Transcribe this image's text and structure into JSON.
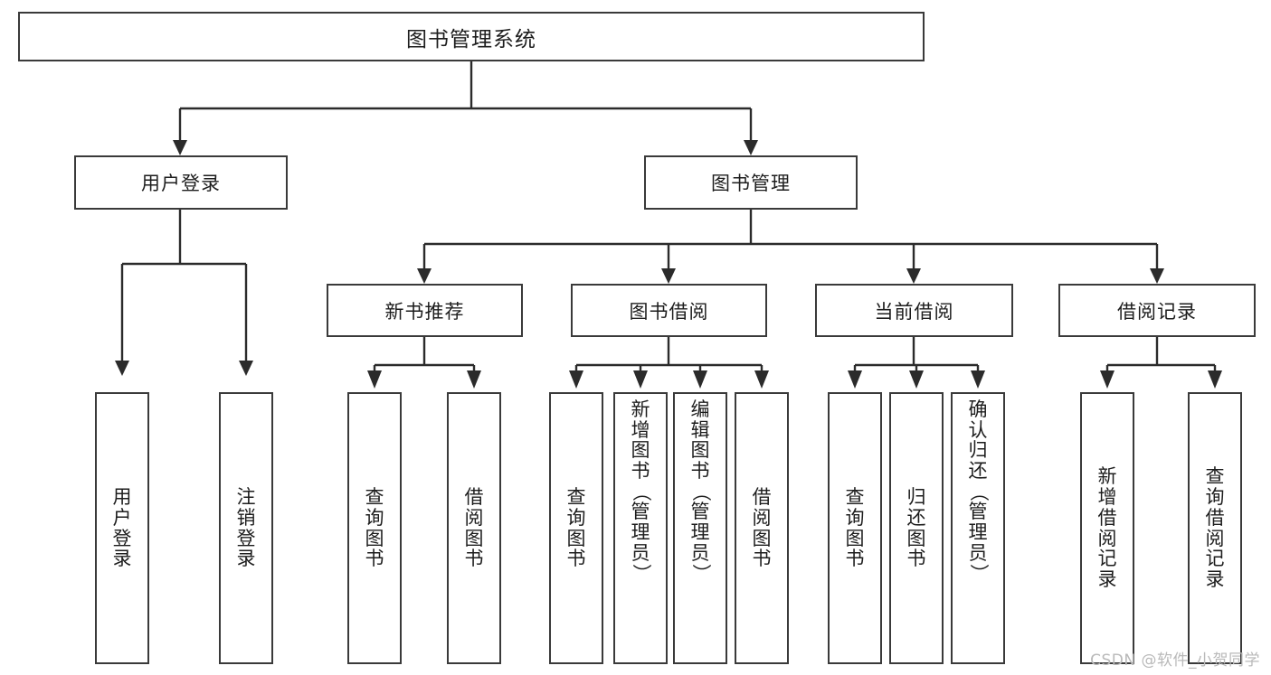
{
  "diagram": {
    "type": "tree-flowchart",
    "title": "图书管理系统",
    "orientation": "top-down",
    "levels": 4,
    "nodes": {
      "root": {
        "label": "图书管理系统",
        "level": 0,
        "text_orientation": "horizontal"
      },
      "l1": [
        {
          "id": "user-login",
          "label": "用户登录",
          "text_orientation": "horizontal"
        },
        {
          "id": "book-manage",
          "label": "图书管理",
          "text_orientation": "horizontal"
        }
      ],
      "l2": [
        {
          "id": "new-book-recommend",
          "label": "新书推荐",
          "parent": "book-manage",
          "text_orientation": "horizontal"
        },
        {
          "id": "book-borrow",
          "label": "图书借阅",
          "parent": "book-manage",
          "text_orientation": "horizontal"
        },
        {
          "id": "current-borrow",
          "label": "当前借阅",
          "parent": "book-manage",
          "text_orientation": "horizontal"
        },
        {
          "id": "borrow-record",
          "label": "借阅记录",
          "parent": "book-manage",
          "text_orientation": "horizontal"
        }
      ],
      "l3": [
        {
          "id": "leaf-user-login",
          "parent": "user-login",
          "label": "用户登录",
          "chars": [
            "用",
            "户",
            "登",
            "录"
          ],
          "text_orientation": "vertical",
          "align": "middle"
        },
        {
          "id": "leaf-logout",
          "parent": "user-login",
          "label": "注销登录",
          "chars": [
            "注",
            "销",
            "登",
            "录"
          ],
          "text_orientation": "vertical",
          "align": "middle"
        },
        {
          "id": "leaf-query-book-1",
          "parent": "new-book-recommend",
          "label": "查询图书",
          "chars": [
            "查",
            "询",
            "图",
            "书"
          ],
          "text_orientation": "vertical",
          "align": "middle"
        },
        {
          "id": "leaf-borrow-book-1",
          "parent": "new-book-recommend",
          "label": "借阅图书",
          "chars": [
            "借",
            "阅",
            "图",
            "书"
          ],
          "text_orientation": "vertical",
          "align": "middle"
        },
        {
          "id": "leaf-query-book-2",
          "parent": "book-borrow",
          "label": "查询图书",
          "chars": [
            "查",
            "询",
            "图",
            "书"
          ],
          "text_orientation": "vertical",
          "align": "middle"
        },
        {
          "id": "leaf-add-book",
          "parent": "book-borrow",
          "label": "新增图书（管理员）",
          "chars": [
            "新",
            "增",
            "图",
            "书",
            "（",
            "管",
            "理",
            "员",
            "）"
          ],
          "rotated": [
            false,
            false,
            false,
            false,
            true,
            false,
            false,
            false,
            true
          ],
          "text_orientation": "vertical",
          "align": "top"
        },
        {
          "id": "leaf-edit-book",
          "parent": "book-borrow",
          "label": "编辑图书（管理员）",
          "chars": [
            "编",
            "辑",
            "图",
            "书",
            "（",
            "管",
            "理",
            "员",
            "）"
          ],
          "rotated": [
            false,
            false,
            false,
            false,
            true,
            false,
            false,
            false,
            true
          ],
          "text_orientation": "vertical",
          "align": "top"
        },
        {
          "id": "leaf-borrow-book-2",
          "parent": "book-borrow",
          "label": "借阅图书",
          "chars": [
            "借",
            "阅",
            "图",
            "书"
          ],
          "text_orientation": "vertical",
          "align": "middle"
        },
        {
          "id": "leaf-query-book-3",
          "parent": "current-borrow",
          "label": "查询图书",
          "chars": [
            "查",
            "询",
            "图",
            "书"
          ],
          "text_orientation": "vertical",
          "align": "middle"
        },
        {
          "id": "leaf-return-book",
          "parent": "current-borrow",
          "label": "归还图书",
          "chars": [
            "归",
            "还",
            "图",
            "书"
          ],
          "text_orientation": "vertical",
          "align": "middle"
        },
        {
          "id": "leaf-confirm-return",
          "parent": "current-borrow",
          "label": "确认归还（管理员）",
          "chars": [
            "确",
            "认",
            "归",
            "还",
            "（",
            "管",
            "理",
            "员",
            "）"
          ],
          "rotated": [
            false,
            false,
            false,
            false,
            true,
            false,
            false,
            false,
            true
          ],
          "text_orientation": "vertical",
          "align": "top"
        },
        {
          "id": "leaf-add-record",
          "parent": "borrow-record",
          "label": "新增借阅记录",
          "chars": [
            "新",
            "增",
            "借",
            "阅",
            "记",
            "录"
          ],
          "text_orientation": "vertical",
          "align": "middle"
        },
        {
          "id": "leaf-query-record",
          "parent": "borrow-record",
          "label": "查询借阅记录",
          "chars": [
            "查",
            "询",
            "借",
            "阅",
            "记",
            "录"
          ],
          "text_orientation": "vertical",
          "align": "middle"
        }
      ]
    },
    "colors": {
      "box_border": "#3a3a3a",
      "box_fill": "#ffffff",
      "connector": "#2b2b2b",
      "text": "#1d1d1d",
      "background": "#ffffff",
      "watermark": "#b9b9b9"
    }
  },
  "watermark": {
    "text": "CSDN @软件_小贺同学"
  }
}
